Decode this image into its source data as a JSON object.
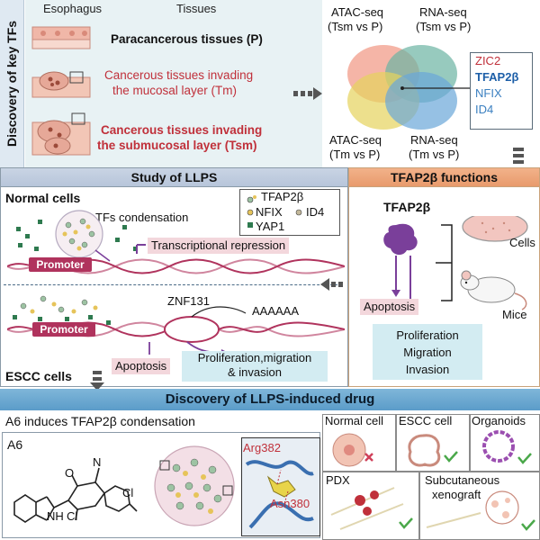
{
  "top": {
    "side_title": "Discovery of key TFs",
    "col_esophagus": "Esophagus",
    "col_tissues": "Tissues",
    "tissue_p": "Paracancerous tissues (P)",
    "tissue_tm_line1": "Cancerous tissues invading",
    "tissue_tm_line2": "the mucosal layer (Tm)",
    "tissue_tsm_line1": "Cancerous tissues invading",
    "tissue_tsm_line2": "the submucosal layer (Tsm)",
    "venn_tl_line1": "ATAC-seq",
    "venn_tl_line2": "(Tsm vs P)",
    "venn_tr_line1": "RNA-seq",
    "venn_tr_line2": "(Tsm vs P)",
    "venn_bl_line1": "ATAC-seq",
    "venn_bl_line2": "(Tm vs P)",
    "venn_br_line1": "RNA-seq",
    "venn_br_line2": "(Tm vs P)",
    "tfs": [
      "ZIC2",
      "TFAP2β",
      "NFIX",
      "ID4"
    ],
    "tf_colors": [
      "#c0303a",
      "#1d5fa8",
      "#3a7fc0",
      "#3a7fc0"
    ]
  },
  "llps": {
    "header": "Study of LLPS",
    "normal_cells": "Normal cells",
    "tfs_condensation": "TFs condensation",
    "legend": [
      "TFAP2β",
      "NFIX",
      "ID4",
      "YAP1"
    ],
    "transcriptional_repression": "Transcriptional repression",
    "promoter": "Promoter",
    "znf131": "ZNF131",
    "poly_a": "AAAAAA",
    "apoptosis": "Apoptosis",
    "proliferation_line1": "Proliferation,migration",
    "proliferation_line2": "& invasion",
    "escc_cells": "ESCC cells"
  },
  "functions": {
    "header": "TFAP2β functions",
    "tfap2b": "TFAP2β",
    "cells": "Cells",
    "mice": "Mice",
    "apoptosis": "Apoptosis",
    "outcomes": [
      "Proliferation",
      "Migration",
      "Invasion"
    ]
  },
  "drug": {
    "header": "Discovery of LLPS-induced drug",
    "subtitle": "A6 induces TFAP2β condensation",
    "a6": "A6",
    "arg382": "Arg382",
    "asn380": "Asn380",
    "normal_cell": "Normal cell",
    "escc_cell": "ESCC cell",
    "organoids": "Organoids",
    "pdx": "PDX",
    "subcutaneous_line1": "Subcutaneous",
    "subcutaneous_line2": "xenograft",
    "mol_n": "N",
    "mol_o": "O",
    "mol_nh": "NH",
    "mol_cl1": "Cl",
    "mol_cl2": "Cl"
  },
  "colors": {
    "accent_red": "#c0303a",
    "accent_blue": "#1d5fa8",
    "promoter": "#b0335d",
    "purple": "#7a3f9a",
    "header_blue": "#5b9cc9",
    "header_orange": "#e89a6c"
  }
}
